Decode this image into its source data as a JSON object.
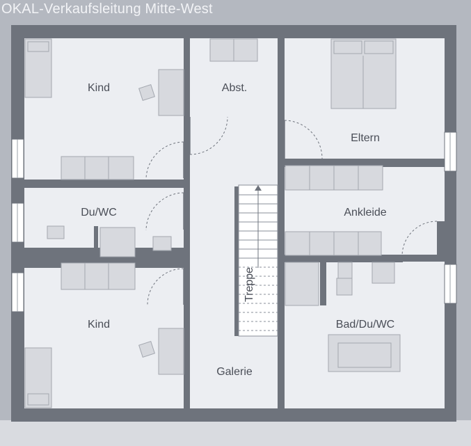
{
  "header": {
    "watermark": "OKAL-Verkaufsleitung Mitte-West"
  },
  "rooms": {
    "kind_top": "Kind",
    "abst": "Abst.",
    "eltern": "Eltern",
    "duwc": "Du/WC",
    "ankleide": "Ankleide",
    "treppe": "Treppe",
    "kind_bottom": "Kind",
    "bad": "Bad/Du/WC",
    "galerie": "Galerie"
  },
  "colors": {
    "wall": "#6e737c",
    "floor": "#eceef2",
    "furniture": "#d7d9de",
    "furniture_stroke": "#a3a7af",
    "background": "#b4b8c0"
  }
}
